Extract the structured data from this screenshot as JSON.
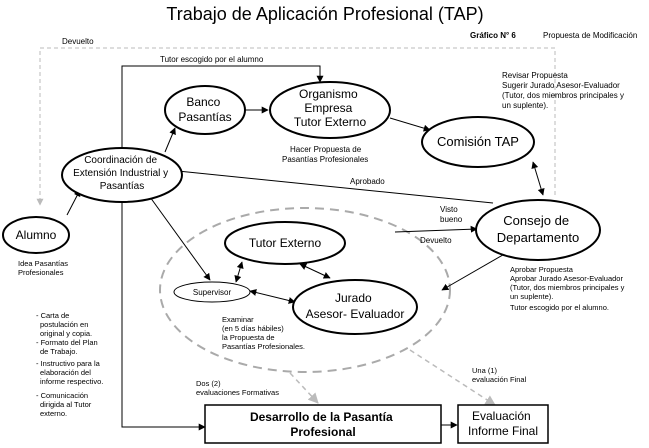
{
  "title": "Trabajo de Aplicación Profesional (TAP)",
  "figure_label": "Gráfico N° 6",
  "figure_note": "Propuesta de Modificación",
  "nodes": {
    "alumno": "Alumno",
    "coordinacion": [
      "Coordinación de",
      "Extensión Industrial y",
      "Pasantías"
    ],
    "banco": [
      "Banco",
      "Pasantías"
    ],
    "organismo": [
      "Organismo",
      "Empresa",
      "Tutor Externo"
    ],
    "comision": "Comisión TAP",
    "consejo": [
      "Consejo de",
      "Departamento"
    ],
    "tutor_externo": "Tutor Externo",
    "supervisor": "Supervisor",
    "jurado": [
      "Jurado",
      "Asesor- Evaluador"
    ],
    "desarrollo": [
      "Desarrollo de la Pasantía",
      "Profesional"
    ],
    "evaluacion": [
      "Evaluación",
      "Informe Final"
    ]
  },
  "labels": {
    "devuelto_top": "Devuelto",
    "tutor_escogido": "Tutor escogido por el alumno",
    "revisar": [
      "Revisar Propuesta",
      "Sugerir Jurado Asesor-Evaluador",
      "(Tutor, dos miembros principales y",
      "un suplente)."
    ],
    "hacer_propuesta": [
      "Hacer Propuesta de",
      "Pasantías Profesionales"
    ],
    "aprobado": "Aprobado",
    "visto_bueno": [
      "Visto",
      "bueno"
    ],
    "devuelto_mid": "Devuelto",
    "idea": [
      "Idea Pasantías",
      "Profesionales"
    ],
    "aprobar": [
      "Aprobar Propuesta",
      "Aprobar Jurado Asesor-Evaluador",
      "(Tutor, dos miembros principales y",
      "un suplente).",
      "Tutor escogido por el alumno."
    ],
    "examinar": [
      "Examinar",
      "(en 5 días hábiles)",
      "la Propuesta de",
      "Pasantías Profesionales."
    ],
    "documentos": [
      "- Carta de",
      "postulación en",
      "original y copia.",
      "- Formato del Plan",
      "de Trabajo.",
      "- Instructivo para la",
      "elaboración del",
      "informe respectivo.",
      "- Comunicación",
      "dirigida al Tutor",
      "externo."
    ],
    "dos_evaluaciones": [
      "Dos (2)",
      "evaluaciones Formativas"
    ],
    "una_evaluacion": [
      "Una (1)",
      "evaluación Final"
    ]
  }
}
